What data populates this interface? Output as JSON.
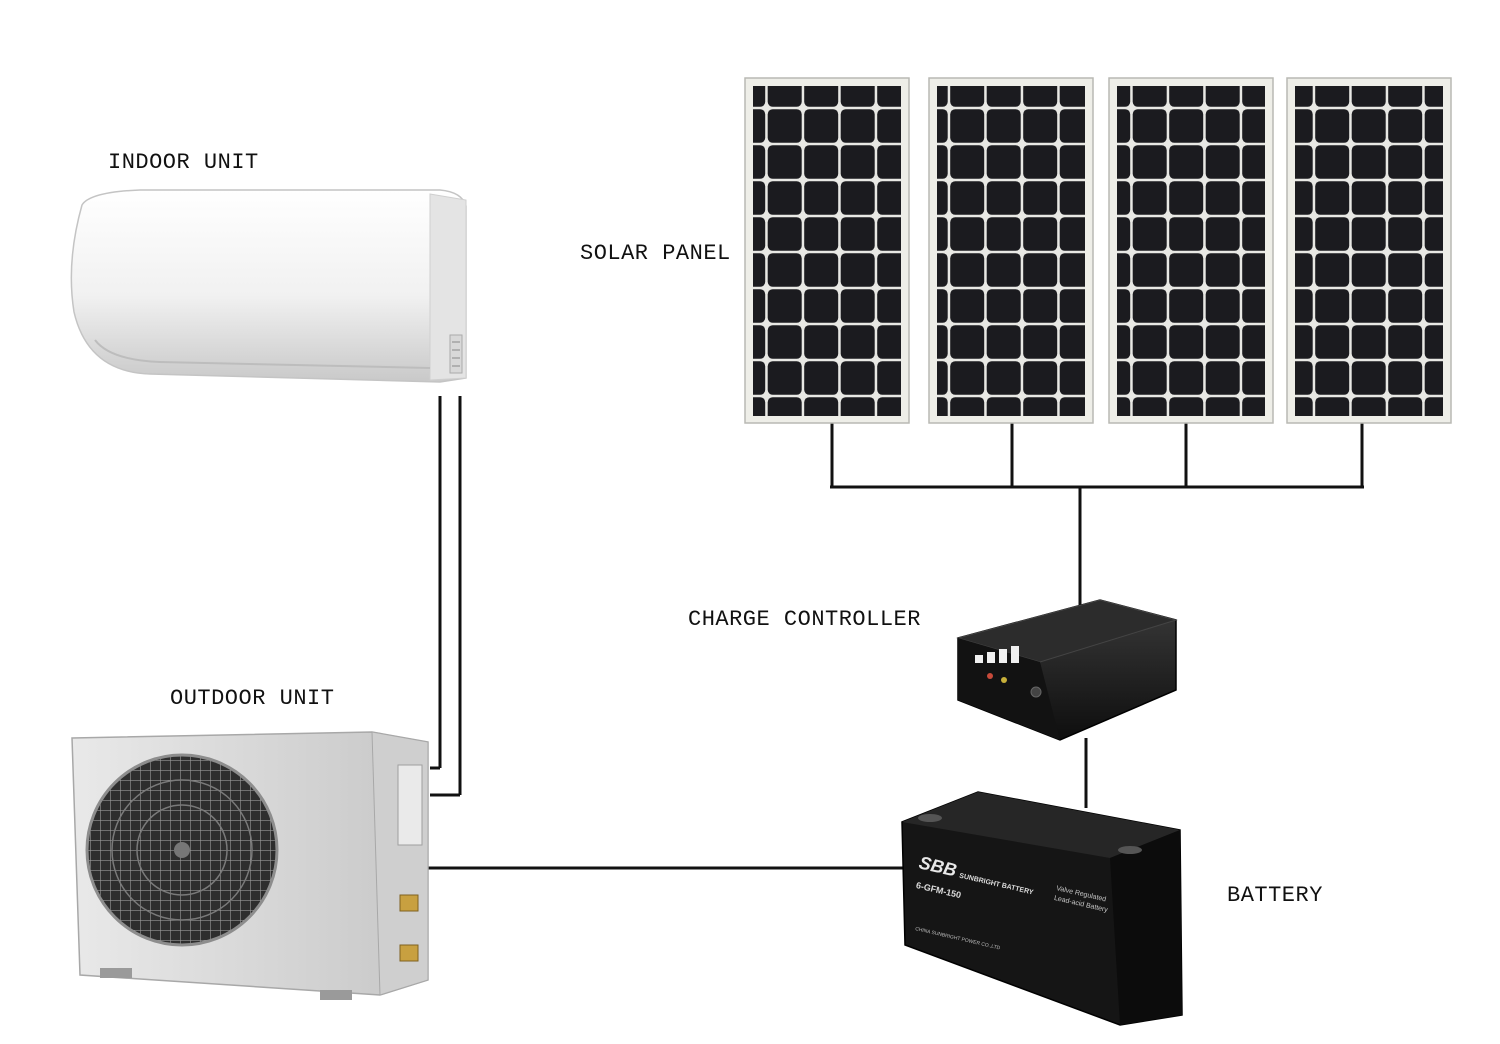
{
  "labels": {
    "indoor_unit": "INDOOR UNIT",
    "solar_panel": "SOLAR PANEL",
    "charge_controller": "CHARGE CONTROLLER",
    "outdoor_unit": "OUTDOOR UNIT",
    "battery": "BATTERY"
  },
  "battery_markings": {
    "brand_logo": "SBB",
    "brand_name": "SUNBRIGHT BATTERY",
    "model": "6-GFM-150",
    "type_line1": "Valve Regulated",
    "type_line2": "Lead-acid Battery",
    "maker": "CHINA SUNBRIGHT POWER CO.,LTD"
  },
  "solar_panel_count": 4,
  "colors": {
    "wire": "#111111",
    "panel_cell": "#1b1b1f",
    "panel_frame": "#e8e8e2",
    "indoor_unit": "#f2f2f2",
    "outdoor_unit": "#dcdcdc",
    "controller": "#1c1c1c",
    "battery": "#151515"
  }
}
